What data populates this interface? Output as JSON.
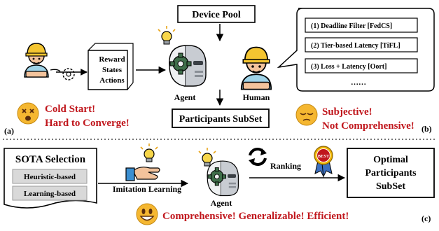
{
  "top": {
    "device_pool": "Device Pool",
    "reward_box": [
      "Reward",
      "States",
      "Actions"
    ],
    "agent_label": "Agent",
    "human_label": "Human",
    "participants_subset": "Participants SubSet",
    "bubble_items": [
      "(1)  Deadline Filter [FedCS]",
      "(2)  Tier-based Latency [TiFL]",
      "(3)  Loss + Latency [Oort]"
    ],
    "bubble_ellipsis": "……",
    "cold_start": [
      "Cold Start!",
      "Hard to Converge!"
    ],
    "subjective": [
      "Subjective!",
      "Not Comprehensive!"
    ],
    "label_a": "(a)",
    "label_b": "(b)"
  },
  "bottom": {
    "sota_title": "SOTA Selection",
    "sota_items": [
      "Heuristic-based",
      "Learning-based"
    ],
    "imitation_learning": "Imitation Learning",
    "agent_label": "Agent",
    "ranking": "Ranking",
    "best_badge": "BEST",
    "optimal": [
      "Optimal",
      "Participants",
      "SubSet"
    ],
    "tagline": "Comprehensive! Generalizable! Efficient!",
    "label_c": "(c)"
  },
  "colors": {
    "accent_red": "#c0161c",
    "helmet_yellow": "#f4c531",
    "skin": "#f3c39c",
    "robot_gray": "#8a8f96",
    "gear_green": "#3f6e4a",
    "emoji_yellow": "#f5b731"
  }
}
